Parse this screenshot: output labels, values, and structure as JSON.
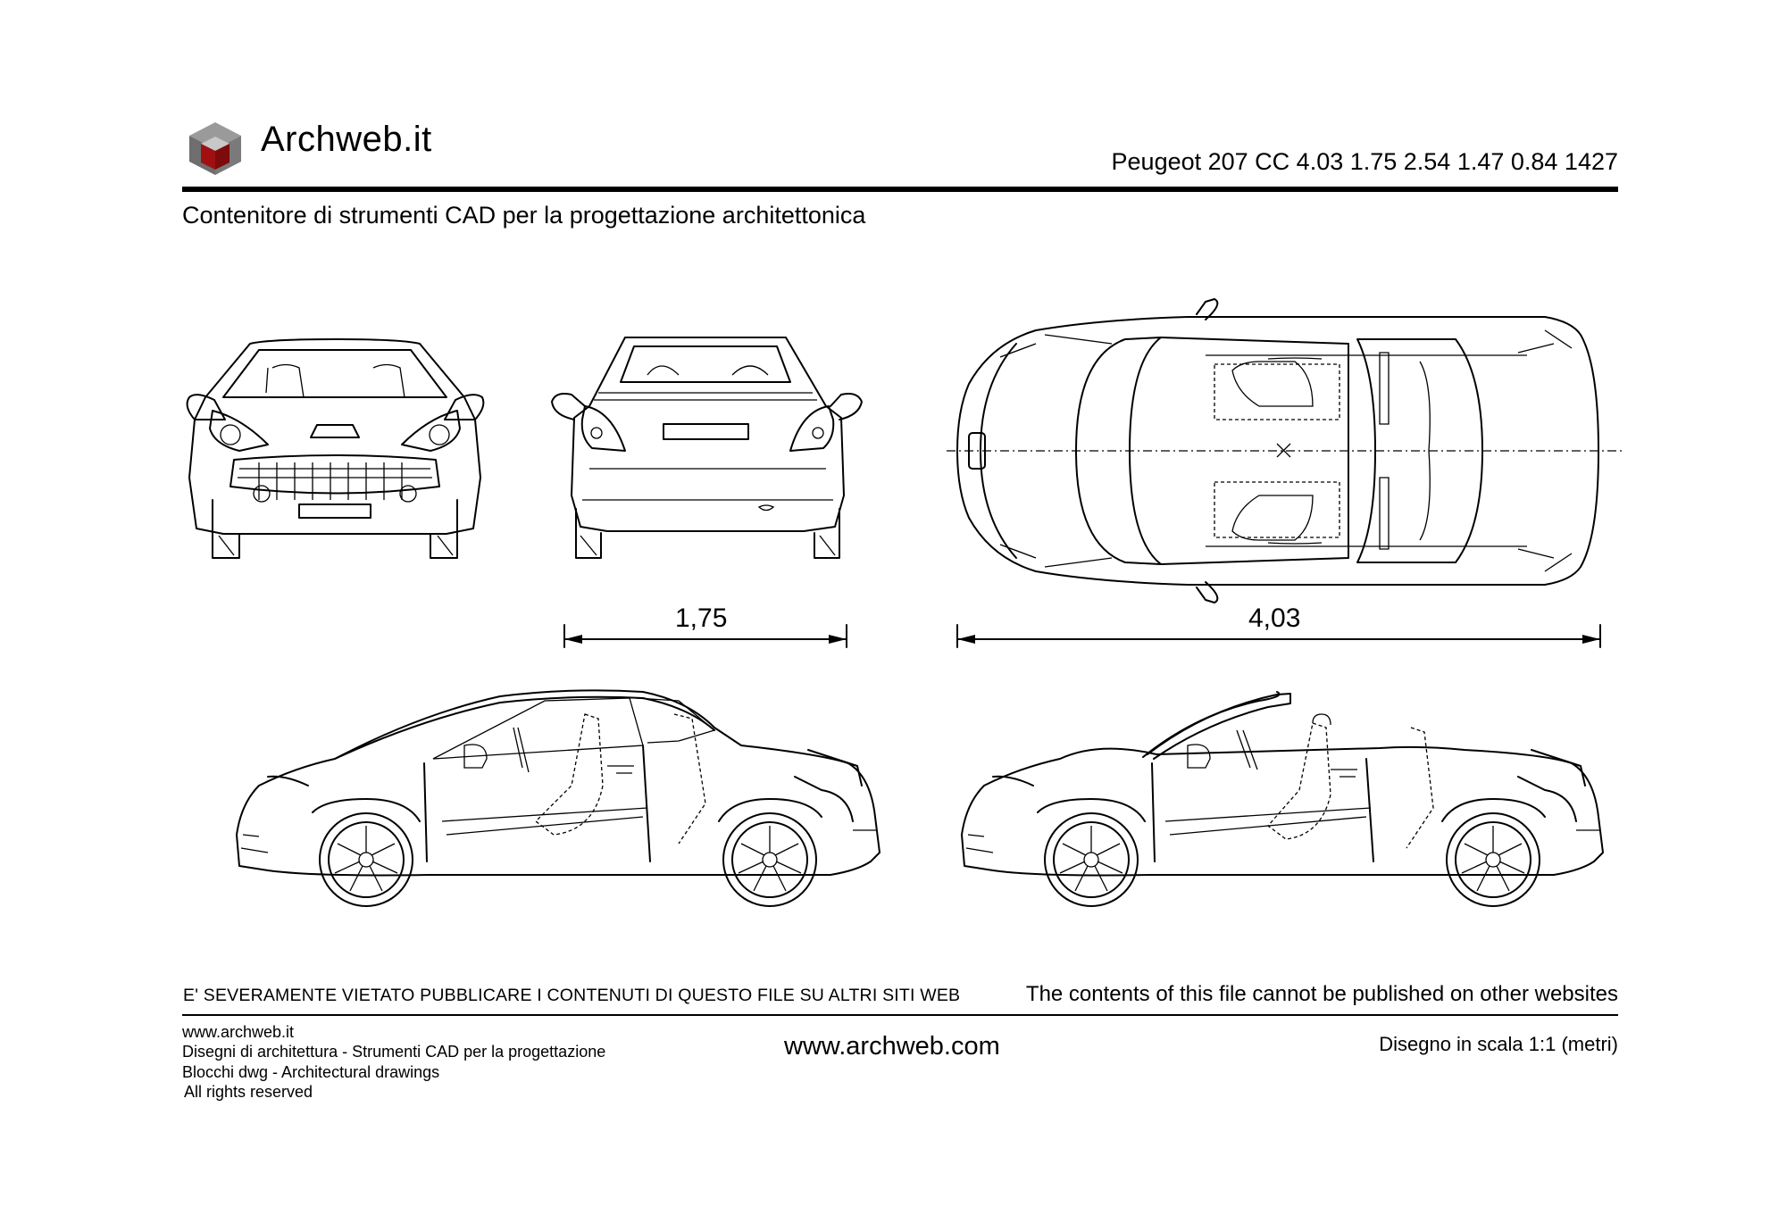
{
  "header": {
    "brand": "Archweb.it",
    "model_title": "Peugeot 207 CC 4.03 1.75 2.54 1.47 0.84 1427",
    "subtitle": "Contenitore di strumenti CAD per la progettazione architettonica"
  },
  "dimensions": {
    "width": "1,75",
    "length": "4,03"
  },
  "views": [
    "front-view",
    "rear-view",
    "top-view",
    "side-view-roof-closed",
    "side-view-roof-open"
  ],
  "warnings": {
    "italian": "E' SEVERAMENTE VIETATO PUBBLICARE I CONTENUTI DI QUESTO FILE SU ALTRI SITI WEB",
    "english": "The contents of this file cannot be published on other websites"
  },
  "footer": {
    "lines": [
      "www.archweb.it",
      "Disegni di architettura - Strumenti CAD  per la progettazione",
      "Blocchi dwg - Architectural drawings",
      "All rights reserved"
    ],
    "website": "www.archweb.com",
    "scale": "Disegno in scala 1:1 (metri)"
  },
  "colors": {
    "logo_red": "#a01010",
    "logo_gray": "#8a8a8a",
    "logo_dark": "#5a5a5a"
  }
}
